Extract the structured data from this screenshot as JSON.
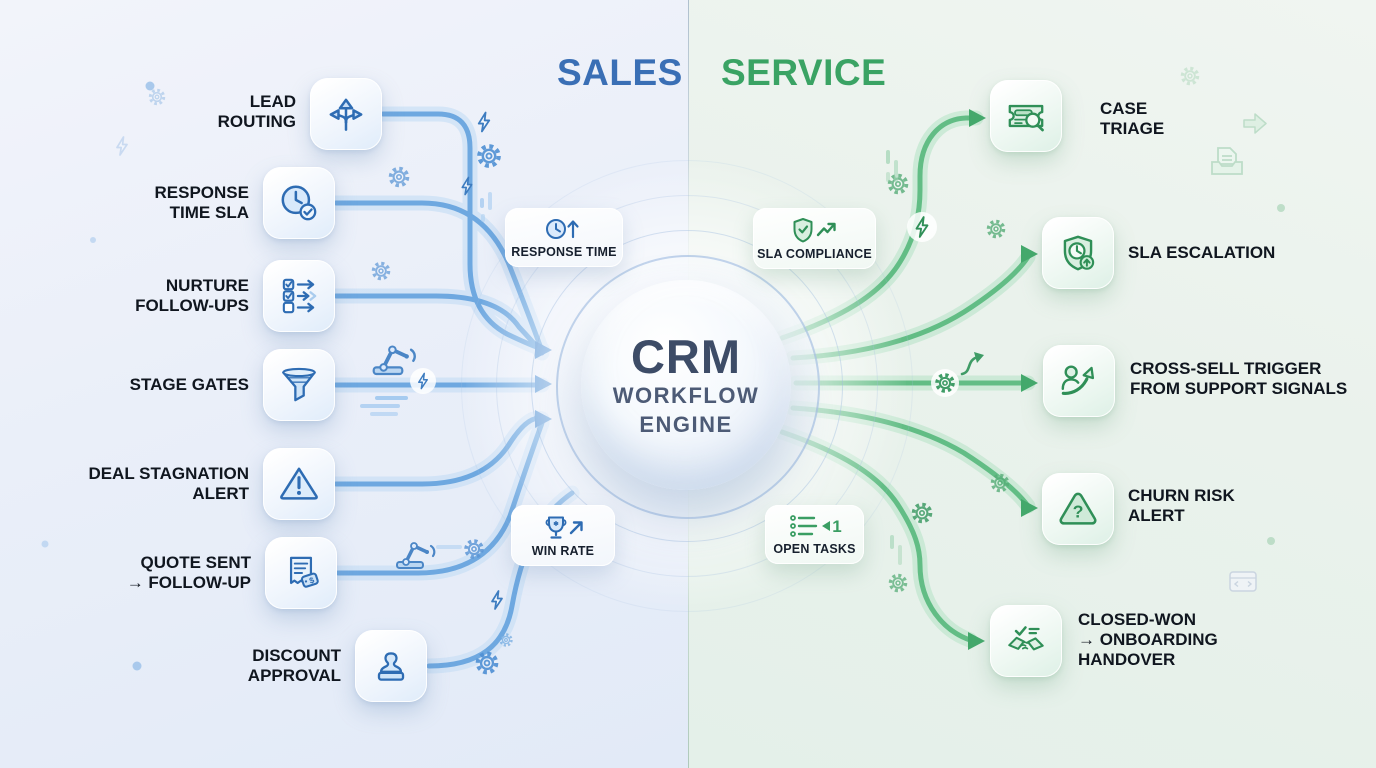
{
  "header": {
    "sales": "SALES",
    "service": "SERVICE"
  },
  "center": {
    "title": "CRM",
    "line2": "WORKFLOW",
    "line3": "ENGINE"
  },
  "sales": {
    "accent": "#3a6fb5",
    "line_color": "#6ea8e0",
    "items": [
      {
        "label": "LEAD\nROUTING",
        "icon": "branch-arrows"
      },
      {
        "label": "RESPONSE\nTIME SLA",
        "icon": "clock-check"
      },
      {
        "label": "NURTURE\nFOLLOW-UPS",
        "icon": "checklist-arrows"
      },
      {
        "label": "STAGE GATES",
        "icon": "funnel"
      },
      {
        "label": "DEAL STAGNATION\nALERT",
        "icon": "warning-triangle"
      },
      {
        "label": "QUOTE SENT\n→ FOLLOW-UP",
        "icon": "quote-price-tag"
      },
      {
        "label": "DISCOUNT\nAPPROVAL",
        "icon": "approval-stamp"
      }
    ]
  },
  "service": {
    "accent": "#3aa364",
    "line_color": "#62bd85",
    "items": [
      {
        "label": "CASE\nTRIAGE",
        "icon": "ticket-magnifier"
      },
      {
        "label": "SLA ESCALATION",
        "icon": "shield-clock-up"
      },
      {
        "label": "CROSS-SELL TRIGGER\nFROM SUPPORT SIGNALS",
        "icon": "person-growth-arrow"
      },
      {
        "label": "CHURN RISK\nALERT",
        "icon": "question-triangle"
      },
      {
        "label": "CLOSED-WON\n→ ONBOARDING\nHANDOVER",
        "icon": "handshake-check"
      }
    ]
  },
  "badges": [
    {
      "label": "RESPONSE TIME",
      "icon": "clock-up-arrow"
    },
    {
      "label": "WIN RATE",
      "icon": "trophy-ne-arrow"
    },
    {
      "label": "SLA COMPLIANCE",
      "icon": "shield-check-trend"
    },
    {
      "label": "OPEN TASKS",
      "icon": "task-list-left-arrow",
      "count": "1"
    }
  ],
  "decorations": {
    "blue": [
      "gear-icon",
      "lightning-icon",
      "robot-arm-icon",
      "dash-trail",
      "dot"
    ],
    "green": [
      "gear-icon",
      "lightning-icon",
      "curved-arrow-icon",
      "dash-trail",
      "dot",
      "arrow-right-icon",
      "inbox-document-icon",
      "code-window-icon"
    ]
  }
}
